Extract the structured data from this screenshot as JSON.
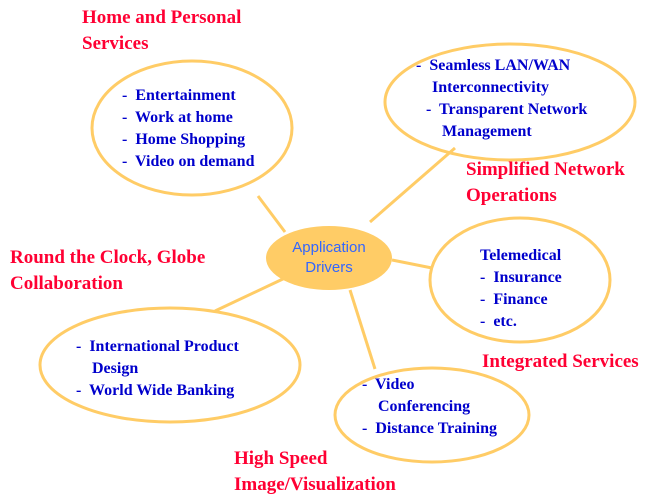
{
  "colors": {
    "ellipse_stroke": "#ffcc66",
    "center_fill": "#ffcc66",
    "center_text": "#3366ff",
    "item_text": "#0000cc",
    "label_text": "#ff0033"
  },
  "center": {
    "line1": "Application",
    "line2": "Drivers"
  },
  "groups": [
    {
      "label": [
        "Home and Personal",
        "Services"
      ],
      "items": [
        "-  Entertainment",
        "-  Work at home",
        "-  Home Shopping",
        "-  Video on demand"
      ]
    },
    {
      "label": [
        "Simplified Network",
        "Operations"
      ],
      "items": [
        "-  Seamless LAN/WAN",
        "    Interconnectivity",
        "-  Transparent Network",
        "    Management"
      ]
    },
    {
      "label": [
        "Integrated Services"
      ],
      "items": [
        "Telemedical",
        "-  Insurance",
        "-  Finance",
        "-  etc."
      ]
    },
    {
      "label": [
        "Round the Clock, Globe",
        "Collaboration"
      ],
      "items": [
        "-  International Product",
        "    Design",
        "-  World Wide Banking"
      ]
    },
    {
      "label": [
        "High Speed",
        "Image/Visualization"
      ],
      "items": [
        "-  Video",
        "    Conferencing",
        "-  Distance Training"
      ]
    }
  ]
}
